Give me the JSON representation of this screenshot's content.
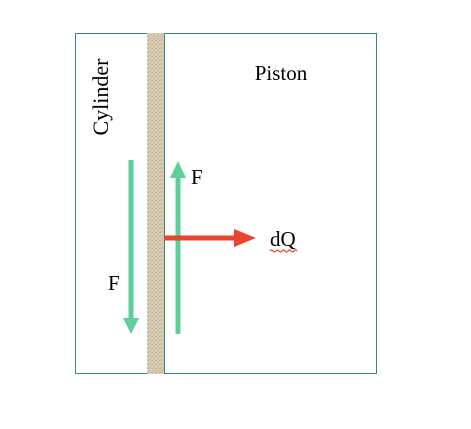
{
  "labels": {
    "cylinder": "Cylinder",
    "piston": "Piston",
    "force_right": "F",
    "force_left": "F",
    "heat": "dQ"
  },
  "colors": {
    "box_border": "#3f7f86",
    "wall_fill": "#d8cdb4",
    "wall_texture": "#b9ab8d",
    "force_arrow": "#5fcf9a",
    "heat_arrow": "#e8442e",
    "spell_underline": "#e0483a"
  },
  "icons": {
    "force_down": "arrow-down",
    "force_up": "arrow-up",
    "heat_flow": "arrow-right"
  }
}
